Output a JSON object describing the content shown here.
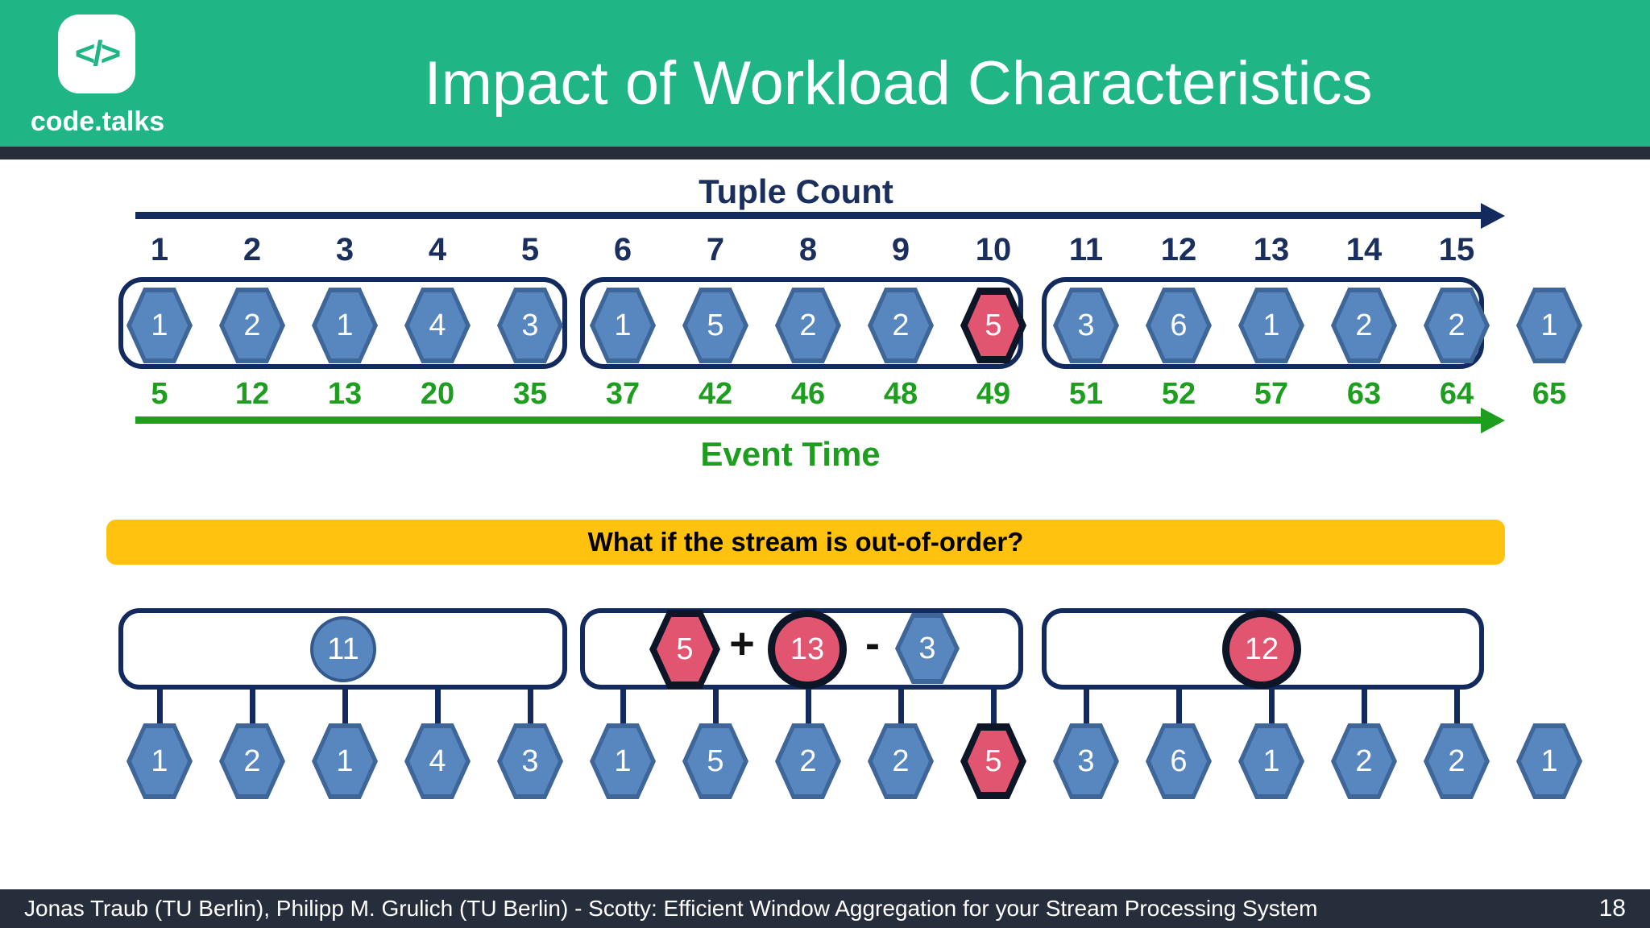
{
  "header": {
    "brand": "code.talks",
    "logo_icon": "</>",
    "title": "Impact of Workload Characteristics"
  },
  "axes": {
    "tuple_count_label": "Tuple Count",
    "event_time_label": "Event Time",
    "tuple_counts": [
      "1",
      "2",
      "3",
      "4",
      "5",
      "6",
      "7",
      "8",
      "9",
      "10",
      "11",
      "12",
      "13",
      "14",
      "15"
    ],
    "event_times": [
      "5",
      "12",
      "13",
      "20",
      "35",
      "37",
      "42",
      "46",
      "48",
      "49",
      "51",
      "52",
      "57",
      "63",
      "64",
      "65"
    ]
  },
  "tuples": [
    {
      "value": "1",
      "color": "blue"
    },
    {
      "value": "2",
      "color": "blue"
    },
    {
      "value": "1",
      "color": "blue"
    },
    {
      "value": "4",
      "color": "blue"
    },
    {
      "value": "3",
      "color": "blue"
    },
    {
      "value": "1",
      "color": "blue"
    },
    {
      "value": "5",
      "color": "blue"
    },
    {
      "value": "2",
      "color": "blue"
    },
    {
      "value": "2",
      "color": "blue"
    },
    {
      "value": "5",
      "color": "red"
    },
    {
      "value": "3",
      "color": "blue"
    },
    {
      "value": "6",
      "color": "blue"
    },
    {
      "value": "1",
      "color": "blue"
    },
    {
      "value": "2",
      "color": "blue"
    },
    {
      "value": "2",
      "color": "blue"
    },
    {
      "value": "1",
      "color": "blue"
    }
  ],
  "banner": {
    "text": "What if the stream is out-of-order?"
  },
  "results": {
    "window1": {
      "value": "11",
      "shape": "circle",
      "color": "blue"
    },
    "window2": {
      "added_tuple": {
        "value": "5",
        "shape": "hexagon",
        "color": "red"
      },
      "plus_operator": "+",
      "aggregate": {
        "value": "13",
        "shape": "circle",
        "color": "red"
      },
      "minus_operator": "-",
      "removed_tuple": {
        "value": "3",
        "shape": "hexagon",
        "color": "blue"
      }
    },
    "window3": {
      "value": "12",
      "shape": "circle",
      "color": "red"
    }
  },
  "footer": {
    "credit": "Jonas Traub (TU Berlin), Philipp M. Grulich (TU Berlin) - Scotty: Efficient Window Aggregation for your Stream Processing System",
    "page": "18"
  },
  "colors": {
    "header_green": "#1FB585",
    "band_navy": "#272E3B",
    "outline_navy": "#132A5E",
    "hexagon_blue": "#5886BF",
    "hexagon_blue_border": "#3E6699",
    "highlight_red": "#E25571",
    "highlight_red_border": "#0D1626",
    "event_time_green": "#1E9E1F",
    "banner_yellow": "#FFC20E"
  }
}
